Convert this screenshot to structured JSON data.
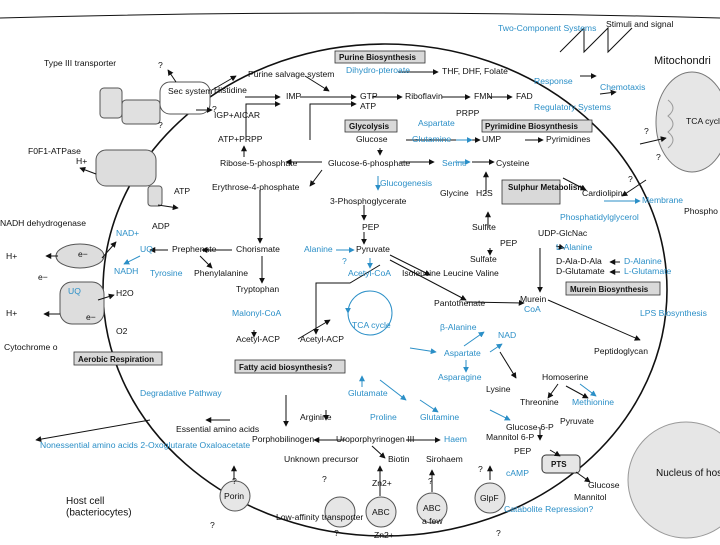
{
  "host": {
    "title": "Host cell\n(bacteriocytes)",
    "mitochondria": "Mitochondri",
    "tca_small": "TCA cycle",
    "nucleus": "Nucleus of host cell",
    "phospho": "Phospho (PE, PG)",
    "nonessential": "Nonessential amino acids 2-Oxoglutarate Oxaloacetate",
    "essential": "Essential amino acids"
  },
  "labels": {
    "purine": "Purine Biosynthesis",
    "glycolysis": "Glycolysis",
    "pyrimidine": "Pyrimidine Biosynthesis",
    "sulphur": "Sulphur Metabolism",
    "murein": "Murein Biosynthesis",
    "aerobic": "Aerobic Respiration",
    "fatty": "Fatty acid biosynthesis?",
    "pts": "PTS",
    "sec": "Sec system"
  },
  "blue": {
    "two_component": "Two-Component Systems",
    "response": "Response",
    "chemotaxis": "Chemotaxis",
    "regulatory": "Regulatory Systems",
    "dihydropteroate": "Dihydro-pteroate",
    "aspartate_top": "Aspartate",
    "glutamine_top": "Glutamine",
    "serine": "Serine",
    "glucogenesis": "Glucogenesis",
    "membrane": "Membrane",
    "phosphatidylglycerol": "Phosphatidylglycerol",
    "l_alanine": "L-Alanine",
    "d_alanine": "D-Alanine",
    "l_glutamate": "L-Glutamate",
    "lps": "LPS Biosynthesis",
    "alanine": "Alanine",
    "q": "?",
    "acetyl_coa": "Acetyl-CoA",
    "malonyl": "Malonyl-CoA",
    "tca": "TCA cycle",
    "b_alanine": "β-Alanine",
    "coa": "CoA",
    "nad": "NAD",
    "aspartate": "Aspartate",
    "asparagine": "Asparagine",
    "methionine": "Methionine",
    "glutamate": "Glutamate",
    "proline": "Proline",
    "glutamine": "Glutamine",
    "haem": "Haem",
    "camp": "cAMP",
    "catabolite": "Catabolite Repression?",
    "degradative": "Degradative Pathway",
    "nad_plus": "NAD+",
    "uq": "UQ",
    "uq2": "UQ",
    "nadh": "NADH",
    "tyrosine": "Tyrosine"
  },
  "metabolites": {
    "type3": "Type III transporter",
    "stimuli": "Stimuli and signal",
    "purine_salvage": "Purine salvage system",
    "histidine": "Histidine",
    "imp": "IMP",
    "igp": "IGP+AICAR",
    "atp_prpp": "ATP+PRPP",
    "gtp": "GTP",
    "atp_top": "ATP",
    "thf": "THF, DHF, Folate",
    "riboflavin": "Riboflavin",
    "fmn": "FMN",
    "fad": "FAD",
    "prpp": "PRPP",
    "glucose": "Glucose",
    "ump": "UMP",
    "pyrimidines": "Pyrimidines",
    "ribose5p": "Ribose-5-phosphate",
    "glucose6p": "Glucose-6-phosphate",
    "cysteine": "Cysteine",
    "erythrose4p": "Erythrose-4-phosphate",
    "glycine": "Glycine",
    "h2s": "H2S",
    "pg3": "3-Phosphoglycerate",
    "cardiolipin": "Cardiolipin",
    "pep": "PEP",
    "sulfite": "Sulfite",
    "udp": "UDP-GlcNac",
    "pep2": "PEP",
    "chorismate": "Chorismate",
    "prephenate": "Prephenate",
    "pyruvate": "Pyruvate",
    "sulfate": "Sulfate",
    "dala": "D-Ala-D-Ala",
    "dglu": "D-Glutamate",
    "phenylalanine": "Phenylalanine",
    "isoleucine": "Isoleucine Leucine Valine",
    "tryptophan": "Tryptophan",
    "pantothenate": "Pantothenate",
    "murein": "Murein",
    "acetyl_acp": "Acetyl-ACP",
    "acetyl_acp2": "Acetyl-ACP",
    "peptidoglycan": "Peptidoglycan",
    "lysine": "Lysine",
    "homoserine": "Homoserine",
    "threonine": "Threonine",
    "arginine": "Arginine",
    "porphobilinogen": "Porphobilinogen",
    "uroporphyrinogen": "Uroporphyrinogen III",
    "unknown": "Unknown precursor",
    "biotin": "Biotin",
    "sirohaem": "Sirohaem",
    "glucose6p_b": "Glucose-6-P",
    "mannitol6p": "Mannitol 6-P",
    "pyruvate_b": "Pyruvate",
    "pep_b": "PEP",
    "glucose_b": "Glucose",
    "mannitol": "Mannitol",
    "porin": "Porin",
    "low_affinity": "Low-affinity transporter",
    "abc": "ABC",
    "abc2": "ABC",
    "glpf": "GlpF",
    "zn": "Zn2+",
    "zn2": "Zn2+",
    "a_few": "a few",
    "f0f1": "F0F1-ATPase",
    "hplus": "H+",
    "atp": "ATP",
    "adp": "ADP",
    "nadh_dh": "NADH dehydrogenase",
    "hplus2": "H+",
    "eminus": "e−",
    "eminus2": "e−",
    "h2o": "H2O",
    "o2": "O2",
    "hplus3": "H+",
    "cytochrome": "Cytochrome o",
    "eminus3": "e−"
  }
}
